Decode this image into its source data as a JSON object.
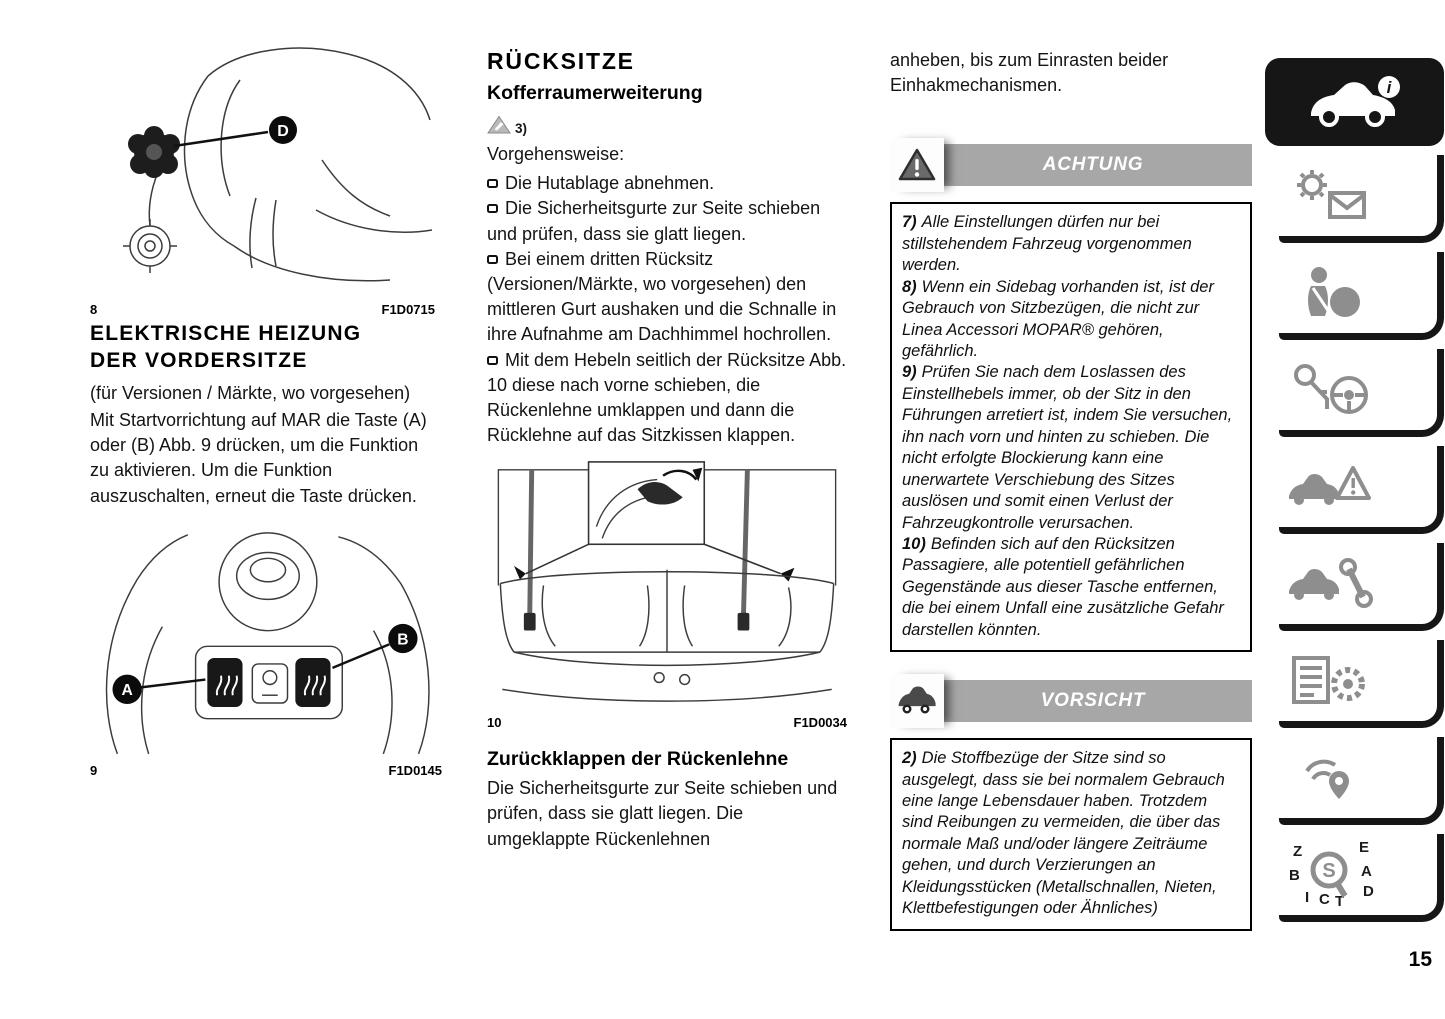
{
  "page": {
    "number": "15"
  },
  "left_column": {
    "figure8": {
      "number": "8",
      "code": "F1D0715",
      "label_d": "D"
    },
    "heading": "ELEKTRISCHE HEIZUNG DER VORDERSITZE",
    "par1": "(für Versionen / Märkte, wo vorgesehen)",
    "par2": "Mit Startvorrichtung auf MAR die Taste (A) oder (B) Abb. 9 drücken, um die Funktion zu aktivieren. Um die Funktion auszuschalten, erneut die Taste drücken.",
    "figure9": {
      "number": "9",
      "code": "F1D0145",
      "label_a": "A",
      "label_b": "B"
    }
  },
  "middle_column": {
    "heading": "RÜCKSITZE",
    "subheading": "Kofferraumerweiterung",
    "note_ref": "3)",
    "intro": "Vorgehensweise:",
    "bullets": [
      "Die Hutablage abnehmen.",
      "Die Sicherheitsgurte zur Seite schieben und prüfen, dass sie glatt liegen.",
      "Bei einem dritten Rücksitz (Versionen/Märkte, wo vorgesehen) den mittleren Gurt aushaken und die Schnalle in ihre Aufnahme am Dachhimmel hochrollen.",
      "Mit dem Hebeln seitlich der Rücksitze Abb. 10 diese nach vorne schieben, die Rückenlehne umklappen und dann die Rücklehne auf das Sitzkissen klappen."
    ],
    "figure10": {
      "number": "10",
      "code": "F1D0034"
    },
    "subheading2": "Zurückklappen der Rückenlehne",
    "par": "Die Sicherheitsgurte zur Seite schieben und prüfen, dass sie glatt liegen. Die umgeklappte Rückenlehnen"
  },
  "right_column": {
    "continuation": "anheben, bis zum Einrasten beider Einhakmechanismen.",
    "achtung": {
      "title": "ACHTUNG",
      "items": [
        {
          "num": "7)",
          "text": "Alle Einstellungen dürfen nur bei stillstehendem Fahrzeug vorgenommen werden."
        },
        {
          "num": "8)",
          "text": "Wenn ein Sidebag vorhanden ist, ist der Gebrauch von Sitzbezügen, die nicht zur Linea Accessori MOPAR® gehören, gefährlich."
        },
        {
          "num": "9)",
          "text": "Prüfen Sie nach dem Loslassen des Einstellhebels immer, ob der Sitz in den Führungen arretiert ist, indem Sie versuchen, ihn nach vorn und hinten zu schieben. Die nicht erfolgte Blockierung kann eine unerwartete Verschiebung des Sitzes auslösen und somit einen Verlust der Fahrzeugkontrolle verursachen."
        },
        {
          "num": "10)",
          "text": "Befinden sich auf den Rücksitzen Passagiere, alle potentiell gefährlichen Gegenstände aus dieser Tasche entfernen, die bei einem Unfall eine zusätzliche Gefahr darstellen könnten."
        }
      ]
    },
    "vorsicht": {
      "title": "VORSICHT",
      "items": [
        {
          "num": "2)",
          "text": "Die Stoffbezüge der Sitze sind so ausgelegt, dass sie bei normalem Gebrauch eine lange Lebensdauer haben. Trotzdem sind Reibungen zu vermeiden, die über das normale Maß und/oder längere Zeiträume gehen, und durch Verzierungen an Kleidungsstücken (Metallschnallen, Nieten, Klettbefestigungen oder Ähnliches)"
        }
      ]
    }
  },
  "sidebar": {
    "index_letters": [
      "Z",
      "E",
      "B",
      "A",
      "D",
      "I",
      "C",
      "T"
    ],
    "tabs": [
      {
        "id": "vehicle-info",
        "active": true
      },
      {
        "id": "dashboard",
        "active": false
      },
      {
        "id": "safety",
        "active": false
      },
      {
        "id": "starting-driving",
        "active": false
      },
      {
        "id": "warning-lights",
        "active": false
      },
      {
        "id": "emergency",
        "active": false
      },
      {
        "id": "servicing",
        "active": false
      },
      {
        "id": "technical-data",
        "active": false
      },
      {
        "id": "index",
        "active": false
      }
    ]
  }
}
